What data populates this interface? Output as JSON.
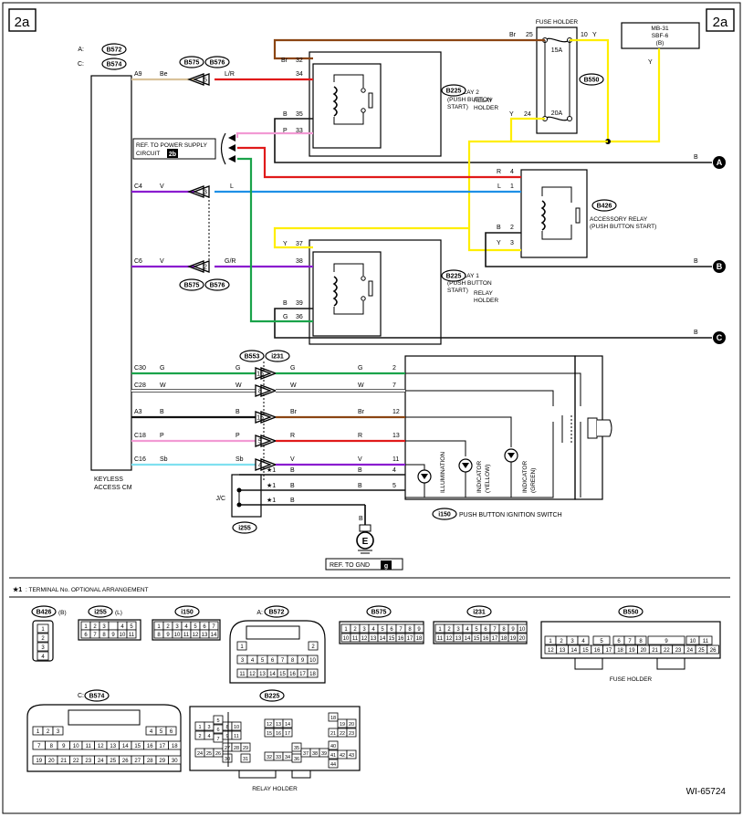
{
  "page": {
    "section_tag": "2a",
    "figure_id": "WI-65724",
    "footnote_mark": "★1",
    "footnote_text": ": TERMINAL No. OPTIONAL ARRANGEMENT"
  },
  "colors": {
    "Be": "#d9c29a",
    "L/R": "#e01a1a",
    "P": "#f29ad4",
    "B": "#111111",
    "V": "#8a1ccf",
    "L": "#1e90e6",
    "G/R": "#8a1ccf",
    "G": "#1aa34a",
    "W": "#ffffff",
    "Br": "#8b4513",
    "R": "#e01a1a",
    "Sb": "#7fe0f0",
    "Y": "#ffee00"
  },
  "components": {
    "keyless": {
      "line1": "KEYLESS",
      "line2": "ACCESS CM",
      "conn_a_prefix": "A:",
      "conn_a": "B572",
      "conn_c_prefix": "C:",
      "conn_c": "B574"
    },
    "fuse_holder": {
      "label": "FUSE HOLDER",
      "conn": "B550",
      "fuse1": "15A",
      "fuse2": "20A",
      "caption": "FUSE HOLDER"
    },
    "mb31": {
      "line1": "MB-31",
      "line2": "SBF-6",
      "line3": "(B)"
    },
    "ig_relay2": {
      "conn": "B225",
      "line1": "IG RELAY 2",
      "line2": "(PUSH BUTTON",
      "line3": "START)",
      "holder1": "RELAY",
      "holder2": "HOLDER"
    },
    "ig_relay1": {
      "conn": "B225",
      "line1": "IG RELAY 1",
      "line2": "(PUSH BUTTON",
      "line3": "START)",
      "holder1": "RELAY",
      "holder2": "HOLDER"
    },
    "acc_relay": {
      "conn": "B426",
      "line1": "ACCESSORY RELAY",
      "line2": "(PUSH BUTTON START)"
    },
    "power_ref": {
      "line1": "REF. TO POWER SUPPLY",
      "line2": "CIRCUIT",
      "badge": "2b"
    },
    "gnd_ref": {
      "text": "REF. TO GND",
      "badge": "g"
    },
    "jc": {
      "label": "J/C",
      "conn": "i255",
      "ground": "E"
    },
    "switch": {
      "conn": "i150",
      "label": "PUSH BUTTON IGNITION SWITCH",
      "illum": "ILLUMINATION",
      "ind_y1": "INDICATOR",
      "ind_y2": "(YELLOW)",
      "ind_g1": "INDICATOR",
      "ind_g2": "(GREEN)"
    },
    "connectors_top": {
      "c1": "B575",
      "c2": "B576"
    },
    "connectors_mid": {
      "c1": "B575",
      "c2": "B576"
    },
    "connectors_low": {
      "c1": "B553",
      "c2": "i231"
    }
  },
  "wires": {
    "a9": {
      "pin": "A9",
      "color": "Be",
      "conn_pin": "5",
      "relay_color": "L/R",
      "relay_pin": "34"
    },
    "br32": {
      "color": "Br",
      "pin": "32",
      "fuse_pin": "25",
      "out_pin": "10",
      "out_color": "Y",
      "mb_color": "Y"
    },
    "b35": {
      "color": "B",
      "pin": "35"
    },
    "p33": {
      "color": "P",
      "pin": "33"
    },
    "y24": {
      "color": "Y",
      "fuse_pin": "24"
    },
    "r4": {
      "color": "R",
      "pin": "4"
    },
    "c4": {
      "pin": "C4",
      "color": "V",
      "conn_pin": "3",
      "out_color": "L",
      "relay_pin": "1"
    },
    "acc_b2": {
      "color": "B",
      "pin": "2"
    },
    "acc_y3": {
      "color": "Y",
      "pin": "3"
    },
    "c6": {
      "pin": "C6",
      "color": "V",
      "conn_pin": "2",
      "out_color": "G/R",
      "relay_pin": "38"
    },
    "y37": {
      "color": "Y",
      "pin": "37"
    },
    "b39": {
      "color": "B",
      "pin": "39"
    },
    "g36": {
      "color": "G",
      "pin": "36"
    },
    "out_a": {
      "color": "B",
      "tag": "A"
    },
    "out_b": {
      "color": "B",
      "tag": "B"
    },
    "out_c": {
      "color": "B",
      "tag": "C"
    },
    "sw_rows": [
      {
        "pin": "C30",
        "c1": "G",
        "conn": "16",
        "c2": "G",
        "c3": "G",
        "sw": "2"
      },
      {
        "pin": "C28",
        "c1": "W",
        "conn": "8",
        "c2": "W",
        "c3": "W",
        "sw": "7"
      },
      {
        "pin": "A3",
        "c1": "B",
        "conn": "15",
        "c2": "Br",
        "c3": "Br",
        "sw": "12"
      },
      {
        "pin": "C18",
        "c1": "P",
        "conn": "5",
        "c2": "R",
        "c3": "R",
        "sw": "13"
      },
      {
        "pin": "C16",
        "c1": "Sb",
        "conn": "4",
        "c2": "V",
        "c3": "V",
        "sw": "11"
      }
    ],
    "jc_rows": [
      {
        "star": "★1",
        "c1": "B",
        "c2": "B",
        "sw": "4"
      },
      {
        "star": "★1",
        "c1": "B",
        "c2": "B",
        "sw": "5"
      },
      {
        "star": "★1",
        "c1": "B"
      }
    ],
    "gnd_color": "B"
  },
  "connector_views": {
    "b426": {
      "name": "B426",
      "suffix": "(B)",
      "pins": [
        "1",
        "2",
        "3",
        "4"
      ]
    },
    "i255": {
      "name": "i255",
      "suffix": "(L)",
      "row1": [
        "1",
        "2",
        "3",
        "",
        "4",
        "5"
      ],
      "row2": [
        "6",
        "7",
        "8",
        "9",
        "10",
        "11"
      ]
    },
    "i150": {
      "name": "i150",
      "row1": [
        "1",
        "2",
        "3",
        "4",
        "5",
        "6",
        "7"
      ],
      "row2": [
        "8",
        "9",
        "10",
        "11",
        "12",
        "13",
        "14"
      ]
    },
    "b572": {
      "prefix": "A:",
      "name": "B572",
      "r1": [
        "1",
        "2"
      ],
      "r2": [
        "3",
        "4",
        "5",
        "6",
        "7",
        "8",
        "9",
        "10"
      ],
      "r3": [
        "11",
        "12",
        "13",
        "14",
        "15",
        "16",
        "17",
        "18"
      ]
    },
    "b575": {
      "name": "B575",
      "row1": [
        "1",
        "2",
        "3",
        "4",
        "5",
        "6",
        "7",
        "8",
        "9"
      ],
      "row2": [
        "10",
        "11",
        "12",
        "13",
        "14",
        "15",
        "16",
        "17",
        "18"
      ]
    },
    "i231": {
      "name": "i231",
      "row1": [
        "1",
        "2",
        "3",
        "4",
        "5",
        "6",
        "7",
        "8",
        "9",
        "10"
      ],
      "row2": [
        "11",
        "12",
        "13",
        "14",
        "15",
        "16",
        "17",
        "18",
        "19",
        "20"
      ]
    },
    "b550": {
      "name": "B550",
      "row1": [
        "1",
        "2",
        "3",
        "4",
        "5",
        "6",
        "7",
        "8",
        "9",
        "10",
        "11"
      ],
      "row2": [
        "12",
        "13",
        "14",
        "15",
        "16",
        "17",
        "18",
        "19",
        "20",
        "21",
        "22",
        "23",
        "24",
        "25",
        "26"
      ]
    },
    "b574": {
      "prefix": "C:",
      "name": "B574",
      "r1a": [
        "1",
        "2",
        "3"
      ],
      "r1b": [
        "4",
        "5",
        "6"
      ],
      "r2": [
        "7",
        "8",
        "9",
        "10",
        "11",
        "12",
        "13",
        "14",
        "15",
        "16",
        "17",
        "18"
      ],
      "r3": [
        "19",
        "20",
        "21",
        "22",
        "23",
        "24",
        "25",
        "26",
        "27",
        "28",
        "29",
        "30"
      ]
    },
    "b225": {
      "name": "B225",
      "caption": "RELAY HOLDER",
      "cells": [
        "1",
        "2",
        "3",
        "4",
        "5",
        "6",
        "7",
        "8",
        "9",
        "10",
        "11",
        "12",
        "13",
        "14",
        "15",
        "16",
        "17",
        "18",
        "19",
        "20",
        "21",
        "22",
        "23",
        "24",
        "25",
        "26",
        "27",
        "28",
        "29",
        "30",
        "31",
        "32",
        "33",
        "34",
        "35",
        "36",
        "37",
        "38",
        "39",
        "40",
        "41",
        "42",
        "43",
        "44"
      ]
    }
  }
}
